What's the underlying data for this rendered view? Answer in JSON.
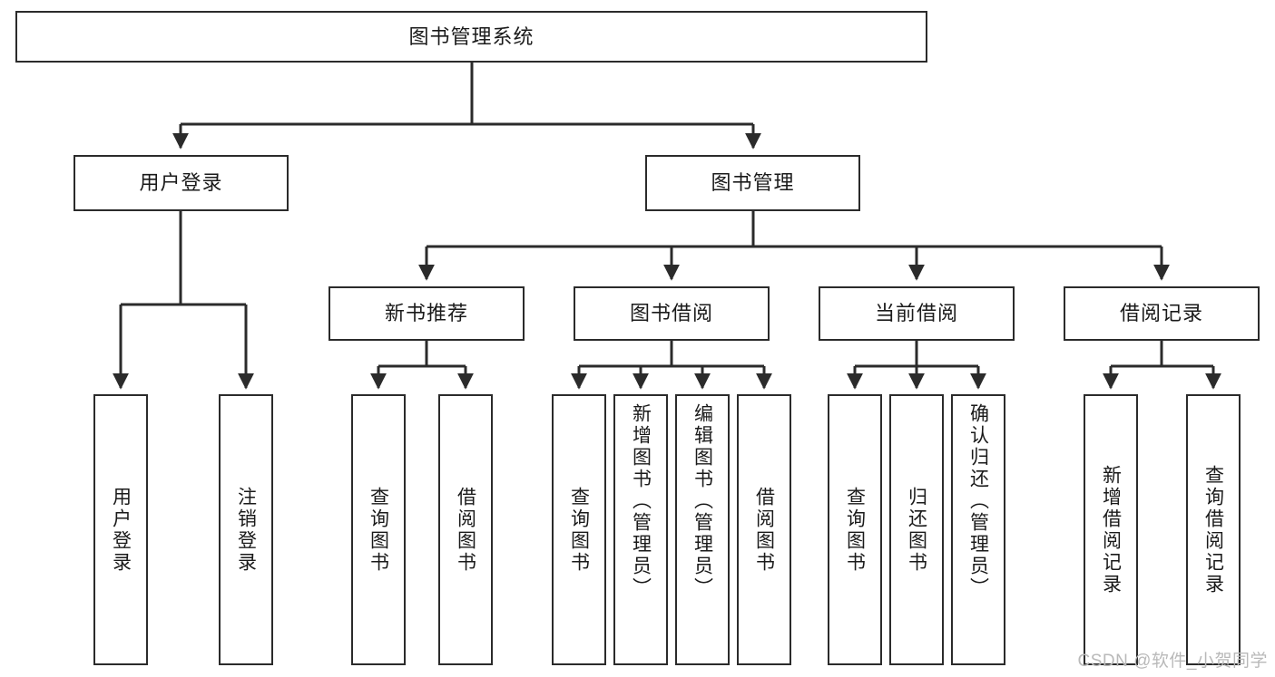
{
  "diagram": {
    "title": "图书管理系统",
    "watermark": "CSDN @软件_小贺同学",
    "line_color": "#2b2b2b",
    "box_fill": "#ffffff",
    "text_color": "#1a1a1a",
    "watermark_color": "#b9b9b9",
    "nodes": {
      "root": "图书管理系统",
      "level2": {
        "user_login": "用户登录",
        "book_manage": "图书管理"
      },
      "level3": {
        "new_book_rec": "新书推荐",
        "book_borrow": "图书借阅",
        "current_borrow": "当前借阅",
        "borrow_record": "借阅记录"
      },
      "leaves": {
        "user_login_1": "用户登录",
        "user_login_2": "注销登录",
        "new_book_1": "查询图书",
        "new_book_2": "借阅图书",
        "book_borrow_1": "查询图书",
        "book_borrow_2": "新增图书（管理员）",
        "book_borrow_3": "编辑图书（管理员）",
        "book_borrow_4": "借阅图书",
        "current_1": "查询图书",
        "current_2": "归还图书",
        "current_3": "确认归还（管理员）",
        "record_1": "新增借阅记录",
        "record_2": "查询借阅记录"
      }
    }
  }
}
